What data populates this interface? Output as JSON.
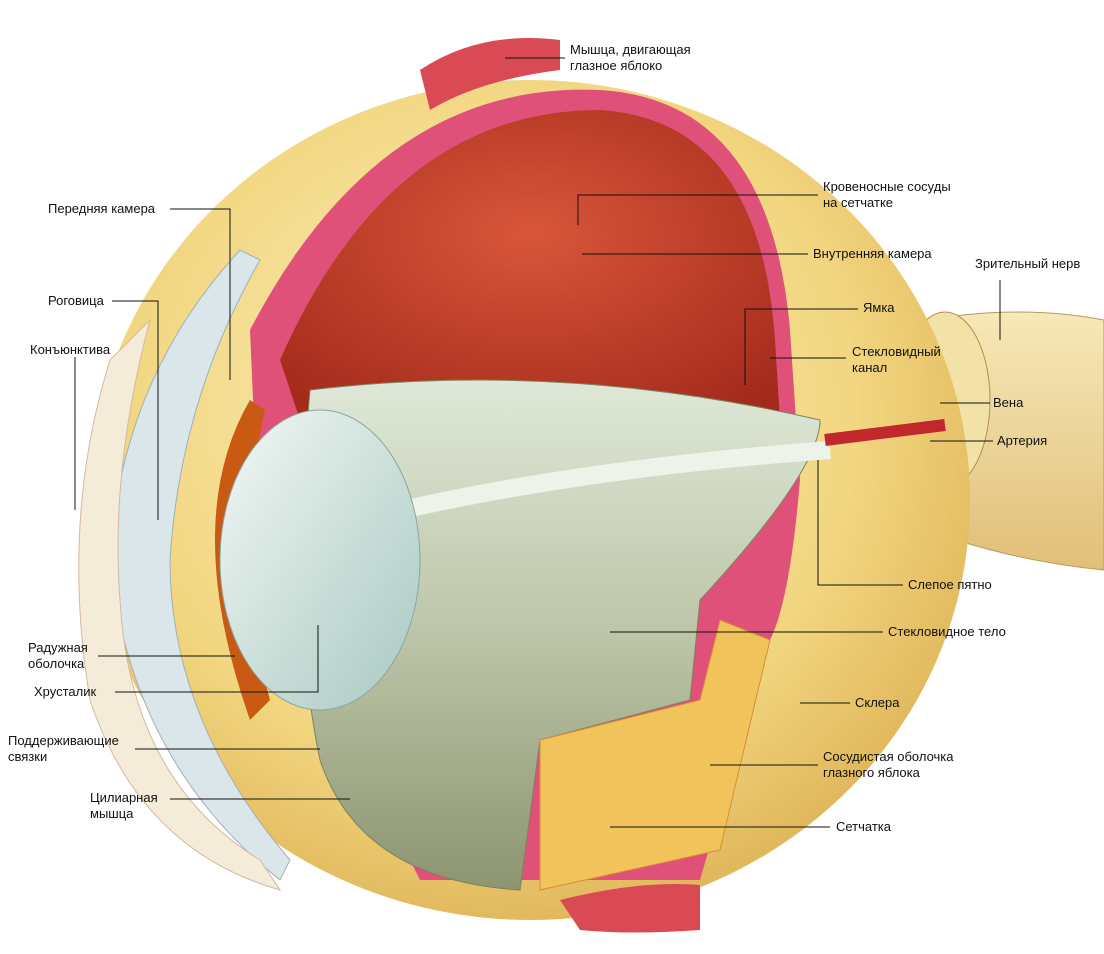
{
  "labels": {
    "muscle": [
      "Мышца, двигающая",
      "глазное яблоко"
    ],
    "anterior_chamber": "Передняя камера",
    "cornea": "Роговица",
    "conjunctiva": "Конъюнктива",
    "retinal_vessels": [
      "Кровеносные сосуды",
      "на сетчатке"
    ],
    "inner_chamber": "Внутренняя камера",
    "optic_nerve": "Зрительный нерв",
    "fovea": "Ямка",
    "hyaloid_canal": [
      "Стекловидный",
      "канал"
    ],
    "vein": "Вена",
    "artery": "Артерия",
    "blind_spot": "Слепое пятно",
    "vitreous_body": "Стекловидное тело",
    "sclera": "Склера",
    "choroid": [
      "Сосудистая оболочка",
      "глазного яблока"
    ],
    "retina": "Сетчатка",
    "iris": [
      "Радужная",
      "оболочка"
    ],
    "lens": "Хрусталик",
    "ligaments": [
      "Поддерживающие",
      "связки"
    ],
    "ciliary_muscle": [
      "Цилиарная",
      "мышца"
    ]
  }
}
